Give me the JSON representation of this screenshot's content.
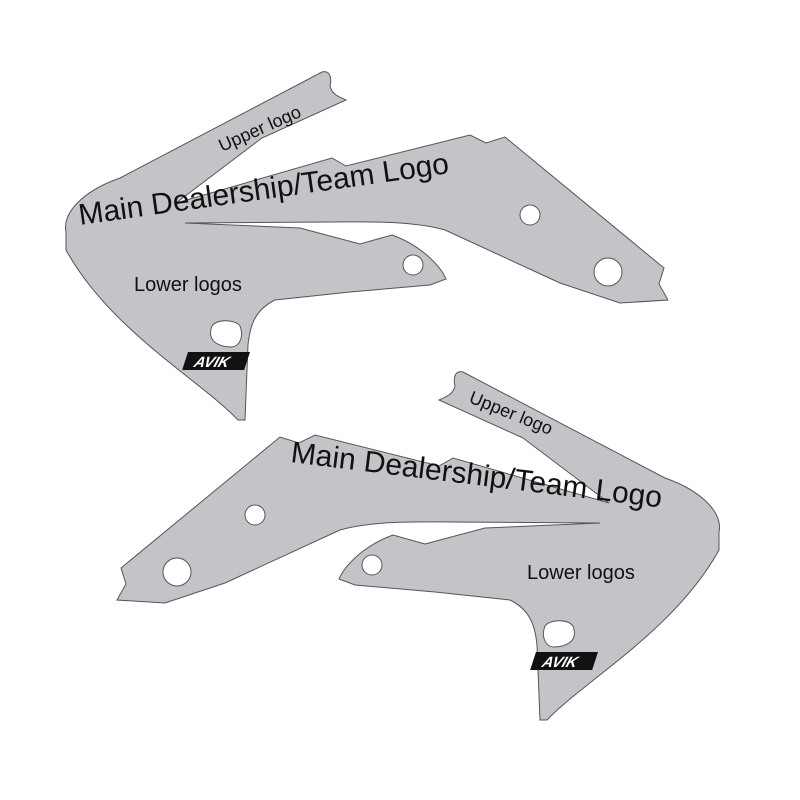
{
  "colors": {
    "panel": "#c3c4c8",
    "outline": "#555555",
    "text": "#111111",
    "background": "#ffffff"
  },
  "top_shroud": {
    "upper_label": "Upper logo",
    "main_label": "Main Dealership/Team Logo",
    "lower_label": "Lower logos",
    "brand_logo": "AVIK"
  },
  "bottom_shroud": {
    "upper_label": "Upper logo",
    "main_label": "Main Dealership/Team Logo",
    "lower_label": "Lower logos",
    "brand_logo": "AVIK"
  }
}
